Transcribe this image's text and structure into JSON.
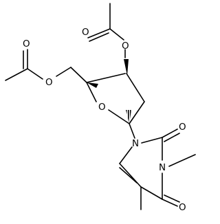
{
  "molecule": {
    "atoms": {
      "o_ester_top_carbonyl": "O",
      "o_ester_top_link": "O",
      "o_ester_left_carbonyl": "O",
      "o_ester_left_link": "O",
      "o_ring": "O",
      "n1": "N",
      "n3": "N",
      "o_c2": "O",
      "o_c4": "O"
    }
  },
  "colors": {
    "bond": "#000000",
    "label": "#000000",
    "background": "#ffffff"
  }
}
